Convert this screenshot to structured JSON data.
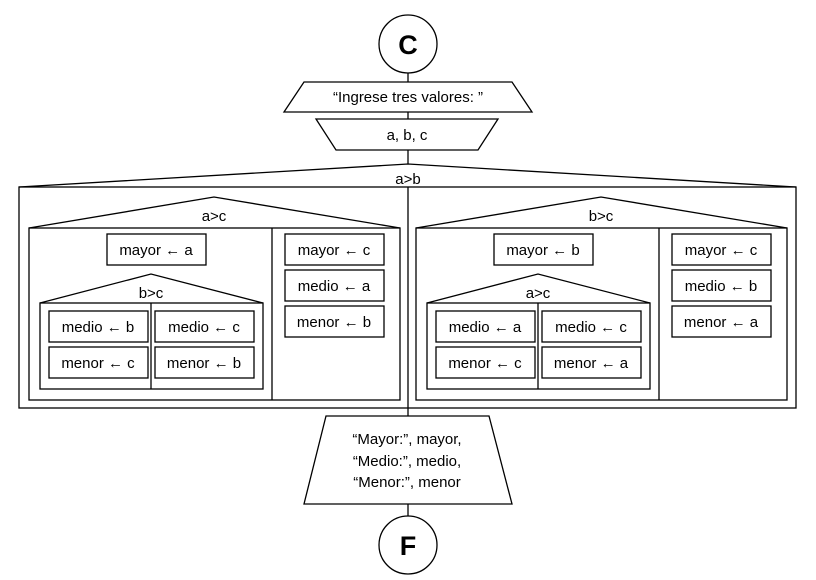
{
  "start_label": "C",
  "end_label": "F",
  "output_prompt": "“Ingrese tres valores: ”",
  "input_vars": "a, b, c",
  "outer_condition": "a>b",
  "left": {
    "condition": "a>c",
    "true_assign": "mayor ← a",
    "inner_condition": "b>c",
    "inner_true": [
      "medio ← b",
      "menor ← c"
    ],
    "inner_false": [
      "medio ← c",
      "menor ← b"
    ],
    "false_assign": [
      "mayor ← c",
      "medio ← a",
      "menor ← b"
    ]
  },
  "right": {
    "condition": "b>c",
    "true_assign": "mayor ← b",
    "inner_condition": "a>c",
    "inner_true": [
      "medio ← a",
      "menor ← c"
    ],
    "inner_false": [
      "medio ← c",
      "menor ← a"
    ],
    "false_assign": [
      "mayor ← c",
      "medio ← b",
      "menor ← a"
    ]
  },
  "final_output": [
    "“Mayor:”, mayor,",
    "“Medio:”, medio,",
    "“Menor:”, menor"
  ]
}
